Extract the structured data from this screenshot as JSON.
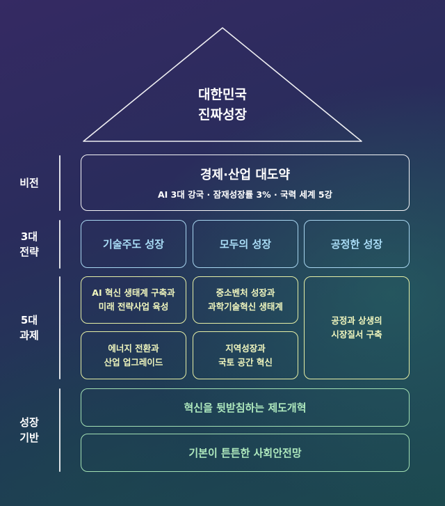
{
  "roof": {
    "line1": "대한민국",
    "line2": "진짜성장"
  },
  "labels": {
    "vision": "비전",
    "strategy_line1": "3대",
    "strategy_line2": "전략",
    "tasks_line1": "5대",
    "tasks_line2": "과제",
    "foundation_line1": "성장",
    "foundation_line2": "기반"
  },
  "vision": {
    "main": "경제·산업 대도약",
    "sub": "AI 3대 강국 · 잠재성장률 3% · 국력 세계 5강"
  },
  "strategies": [
    "기술주도 성장",
    "모두의 성장",
    "공정한 성장"
  ],
  "tasks": [
    {
      "line1": "AI 혁신 생태계 구축과",
      "line2": "미래 전략사업 육성"
    },
    {
      "line1": "중소벤처 성장과",
      "line2": "과학기술혁신 생태계"
    },
    {
      "line1": "공정과 상생의",
      "line2": "시장질서 구축"
    },
    {
      "line1": "에너지 전환과",
      "line2": "산업 업그레이드"
    },
    {
      "line1": "지역성장과",
      "line2": "국토 공간 혁신"
    }
  ],
  "foundations": [
    "혁신을 뒷받침하는 제도개혁",
    "기본이 튼튼한 사회안전망"
  ],
  "colors": {
    "strategy_accent": "#a9dcf6",
    "task_accent": "#f0f6be",
    "foundation_accent": "#aee8bd"
  }
}
